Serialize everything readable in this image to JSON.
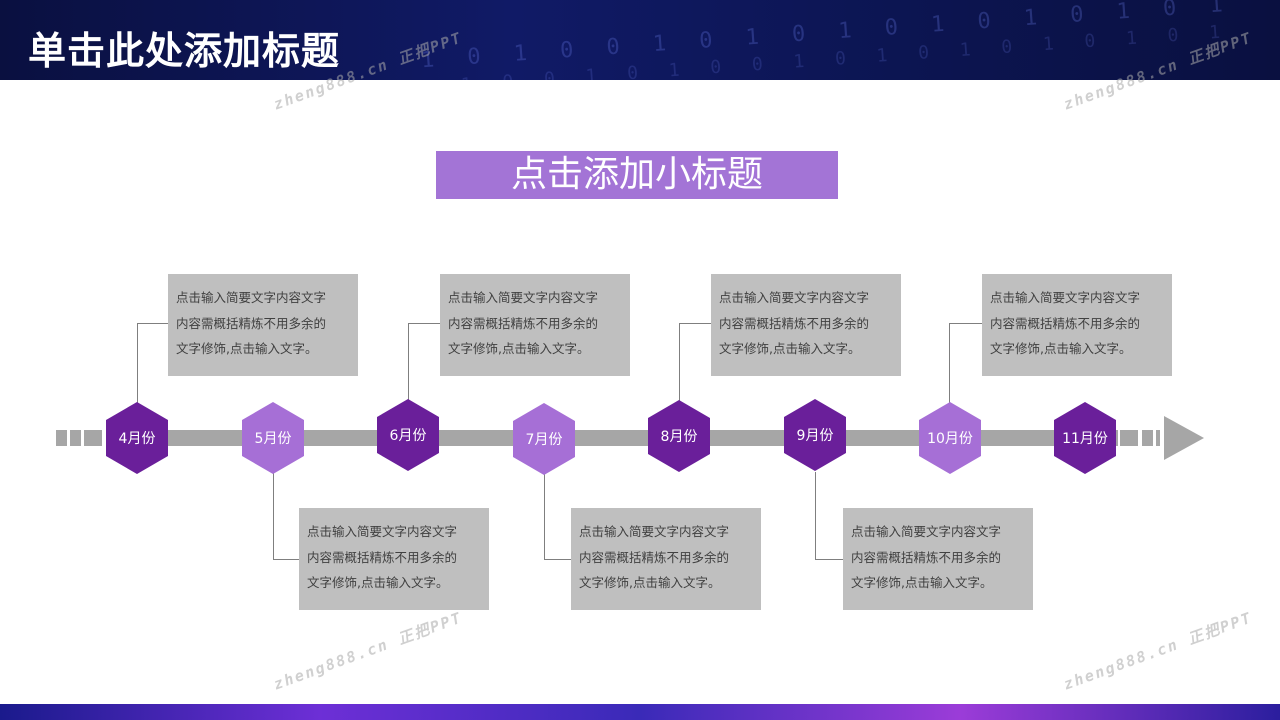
{
  "slide": {
    "title": "单击此处添加标题",
    "subtitle": "点击添加小标题"
  },
  "header_digits": [
    "1 0 1 0 0 1 0 1 0 1 0 1 0 1 0 1 0 1",
    "1 0 0 1 0 1 0 0 1 0 1 0 1 0 1 0 1 0 1"
  ],
  "timeline": {
    "nodes": [
      {
        "label": "4月份"
      },
      {
        "label": "5月份"
      },
      {
        "label": "6月份"
      },
      {
        "label": "7月份"
      },
      {
        "label": "8月份"
      },
      {
        "label": "9月份"
      },
      {
        "label": "10月份"
      },
      {
        "label": "11月份"
      }
    ],
    "boxes": [
      {
        "line1": "点击输入简要文字内容文字",
        "line2": "内容需概括精炼不用多余的",
        "line3": "文字修饰,点击输入文字。"
      },
      {
        "line1": "点击输入简要文字内容文字",
        "line2": "内容需概括精炼不用多余的",
        "line3": "文字修饰,点击输入文字。"
      },
      {
        "line1": "点击输入简要文字内容文字",
        "line2": "内容需概括精炼不用多余的",
        "line3": "文字修饰,点击输入文字。"
      },
      {
        "line1": "点击输入简要文字内容文字",
        "line2": "内容需概括精炼不用多余的",
        "line3": "文字修饰,点击输入文字。"
      },
      {
        "line1": "点击输入简要文字内容文字",
        "line2": "内容需概括精炼不用多余的",
        "line3": "文字修饰,点击输入文字。"
      },
      {
        "line1": "点击输入简要文字内容文字",
        "line2": "内容需概括精炼不用多余的",
        "line3": "文字修饰,点击输入文字。"
      },
      {
        "line1": "点击输入简要文字内容文字",
        "line2": "内容需概括精炼不用多余的",
        "line3": "文字修饰,点击输入文字。"
      }
    ]
  },
  "colors": {
    "node_dark": "#6a1f9a",
    "node_light": "#a66fd6",
    "subtitle_bg": "#a374d6",
    "bar": "#a6a6a6",
    "box": "#bfbfbf"
  },
  "watermark": "zheng888.cn 正把PPT"
}
